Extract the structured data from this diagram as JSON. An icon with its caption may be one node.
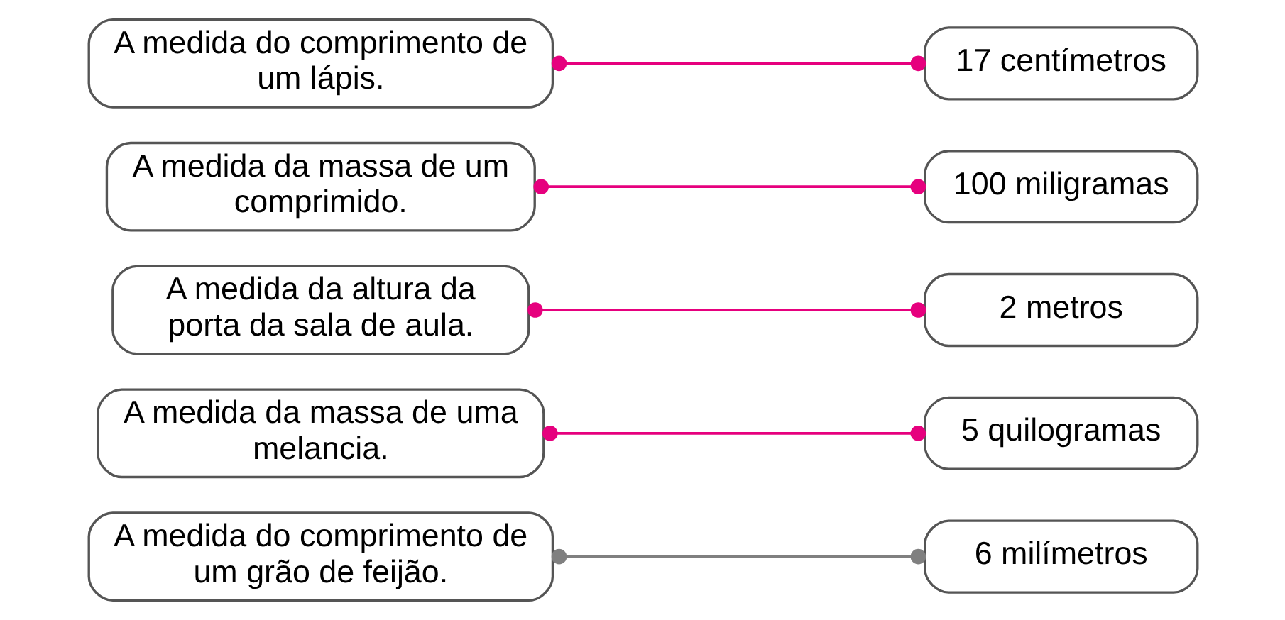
{
  "diagram": {
    "nodes": [
      {
        "text": [
          "A medida do comprimento de um grão de feijão."
        ]
      },
      {
        "text": [
          "A medida da massa de uma melancia."
        ]
      },
      {
        "text": [
          "A medida da altura da porta da sala de aula."
        ]
      },
      {
        "text": [
          "A medida da massa de um comprimido."
        ]
      },
      {
        "text": [
          "A medida do comprimento de um lápis."
        ]
      },
      {
        "text": [
          "6 milímetros"
        ]
      },
      {
        "text": [
          "100 miligramas"
        ]
      },
      {
        "text": [
          "17 centímetros"
        ]
      },
      {
        "text": [
          "5 quilogramas"
        ]
      },
      {
        "text": [
          "2 metros"
        ]
      }
    ],
    "edges": [
      {
        "from": 0,
        "to": 5,
        "arrow": "other",
        "color": "#808080"
      },
      {
        "from": 1,
        "to": 8,
        "arrow": "other"
      },
      {
        "from": 2,
        "to": 9,
        "arrow": "other"
      },
      {
        "from": 3,
        "to": 6,
        "arrow": "other"
      },
      {
        "from": 4,
        "to": 7,
        "arrow": "other"
      }
    ]
  }
}
